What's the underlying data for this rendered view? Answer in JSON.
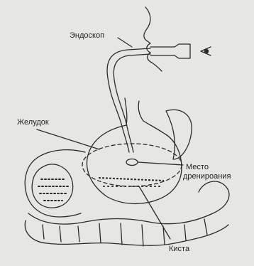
{
  "labels": {
    "endoscope": "Эндоскоп",
    "stomach": "Желудок",
    "drainage_site_line1": "Место",
    "drainage_site_line2": "дренироания",
    "cyst": "Киста"
  },
  "colors": {
    "background": "#e6e6e3",
    "ink": "#2b2b2b"
  }
}
